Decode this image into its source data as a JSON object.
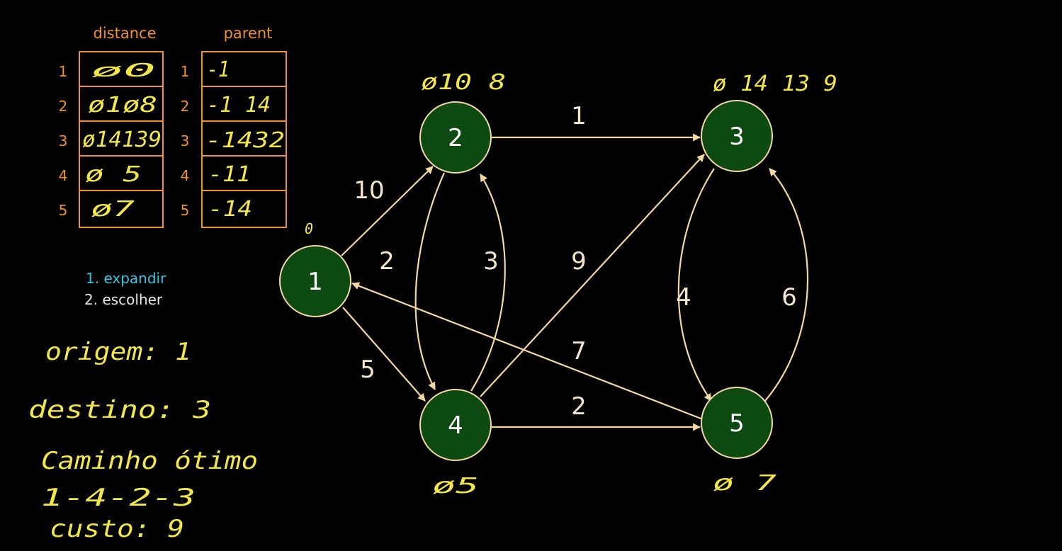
{
  "table": {
    "distance_header": "distance",
    "parent_header": "parent",
    "row_labels": [
      "1",
      "2",
      "3",
      "4",
      "5"
    ],
    "distance": [
      "ø0",
      "ø1ø8",
      "ø14139",
      "ø 5",
      "ø7"
    ],
    "parent": [
      "-1",
      "-1 14",
      "-1432",
      "-11",
      "-14"
    ]
  },
  "steps": {
    "step1": "1. expandir",
    "step2": "2. escolher"
  },
  "notes": {
    "origin": "origem: 1",
    "destination": "destino: 3",
    "path_title": "Caminho ótimo",
    "path": "1-4-2-3",
    "cost": "custo: 9"
  },
  "graph": {
    "nodes": [
      {
        "id": "1",
        "label": "1",
        "annotation": "0"
      },
      {
        "id": "2",
        "label": "2",
        "annotation": "ø10 8"
      },
      {
        "id": "3",
        "label": "3",
        "annotation": "ø 14 13 9"
      },
      {
        "id": "4",
        "label": "4",
        "annotation": "ø5"
      },
      {
        "id": "5",
        "label": "5",
        "annotation": "ø 7"
      }
    ],
    "edges": [
      {
        "from": "1",
        "to": "2",
        "weight": "10"
      },
      {
        "from": "1",
        "to": "4",
        "weight": "5"
      },
      {
        "from": "2",
        "to": "3",
        "weight": "1"
      },
      {
        "from": "2",
        "to": "4",
        "weight": "2"
      },
      {
        "from": "4",
        "to": "2",
        "weight": "3"
      },
      {
        "from": "4",
        "to": "3",
        "weight": "9"
      },
      {
        "from": "4",
        "to": "5",
        "weight": "2"
      },
      {
        "from": "5",
        "to": "1",
        "weight": "7"
      },
      {
        "from": "3",
        "to": "5",
        "weight": "4"
      },
      {
        "from": "5",
        "to": "3",
        "weight": "6"
      }
    ]
  },
  "colors": {
    "background": "#000000",
    "table": "#f0922b",
    "handwriting": "#f2e64a",
    "node_fill": "#0c4a11",
    "edge": "#f4d8a4",
    "step_active": "#2ec9e6"
  }
}
